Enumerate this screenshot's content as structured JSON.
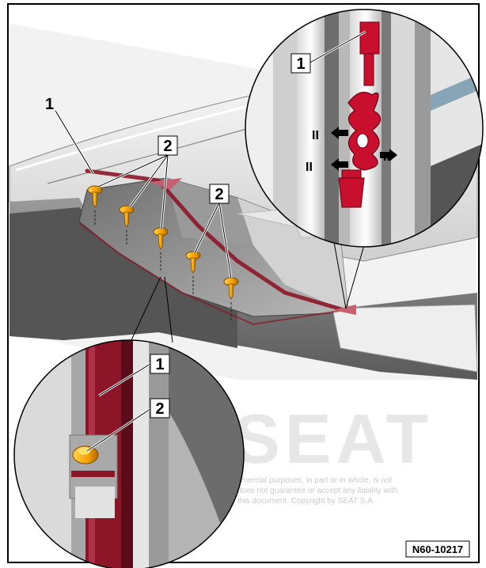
{
  "figure_id": "N60-10217",
  "callouts": {
    "main_1": "1",
    "main_2a": "2",
    "main_2b": "2",
    "zoom_top_1": "1",
    "zoom_bottom_1": "1",
    "zoom_bottom_2": "2"
  },
  "arrow_markers": {
    "left_upper": "II",
    "left_lower": "II",
    "right": "II"
  },
  "watermark": {
    "brand": "SEAT",
    "line1": "mercial purposes, in part or in whole, is not",
    "line2": "does not guarantee or accept any liability with",
    "line3": "this document. Copyright by SEAT S.A."
  },
  "colors": {
    "seal_red": "#8c1628",
    "clip_red": "#c8102e",
    "screw_orange": "#f5a000",
    "screw_shadow": "#b36b00",
    "body_gray": "#6a6a6a",
    "frame_black": "#000000"
  }
}
